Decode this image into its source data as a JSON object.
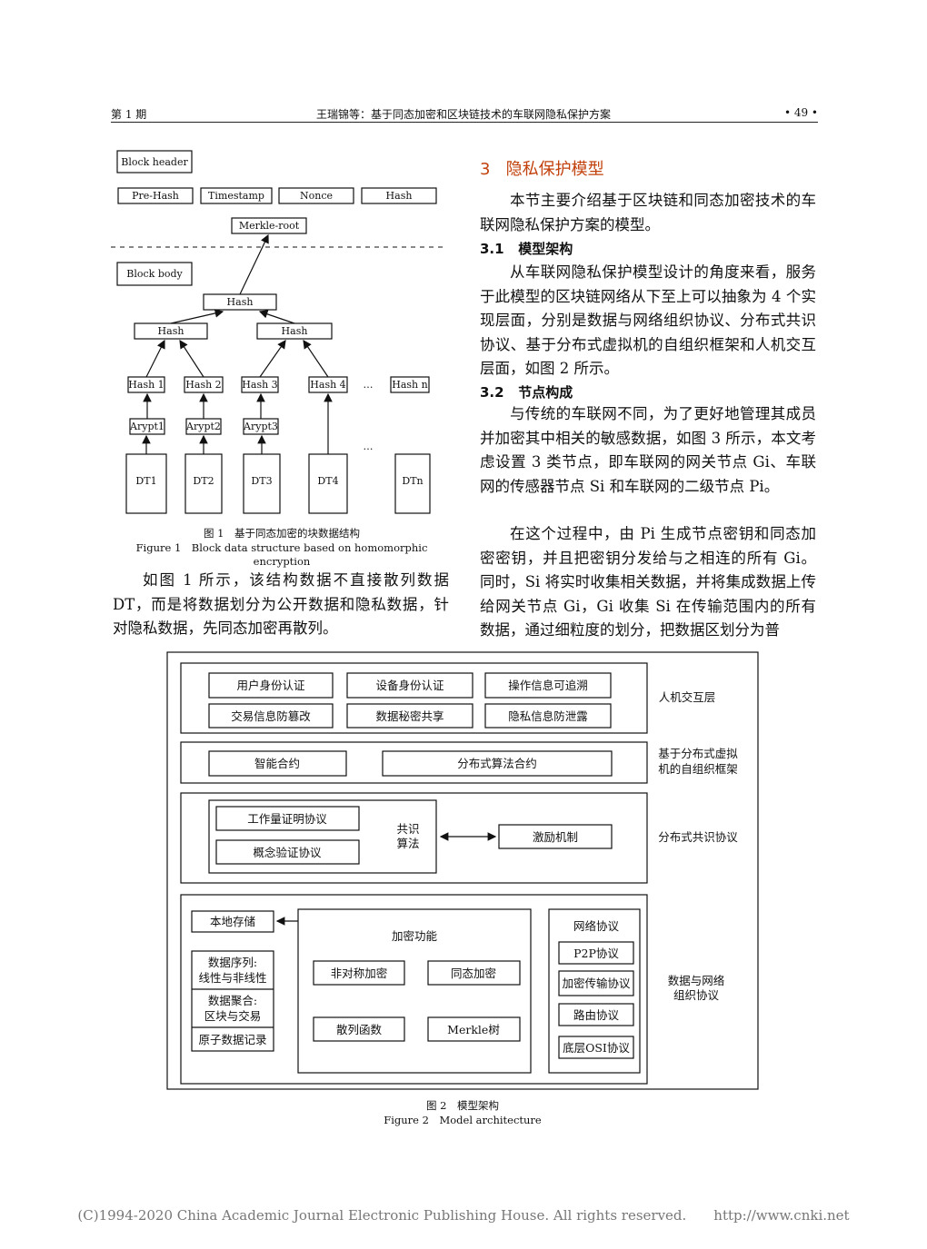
{
  "header": {
    "left": "第 1 期",
    "center": "王瑞锦等：基于同态加密和区块链技术的车联网隐私保护方案",
    "right": "• 49 •"
  },
  "fig1": {
    "block_header": "Block header",
    "header_fields": [
      "Pre-Hash",
      "Timestamp",
      "Nonce",
      "Hash"
    ],
    "merkle_root": "Merkle-root",
    "block_body": "Block body",
    "hash_top": "Hash",
    "hash_mid": [
      "Hash",
      "Hash"
    ],
    "hash_leaves": [
      "Hash 1",
      "Hash 2",
      "Hash 3",
      "Hash 4",
      "Hash n"
    ],
    "encrypt": [
      "Arypt1",
      "Arypt2",
      "Arypt3"
    ],
    "dt": [
      "DT1",
      "DT2",
      "DT3",
      "DT4",
      "DTn"
    ],
    "ellipsis": "…",
    "caption_cn": "图 1　基于同态加密的块数据结构",
    "caption_en": "Figure 1　Block data structure based on homomorphic encryption"
  },
  "left_para": "如图 1 所示，该结构数据不直接散列数据 DT，而是将数据划分为公开数据和隐私数据，针对隐私数据，先同态加密再散列。",
  "section3": {
    "num": "3",
    "title": "隐私保护模型"
  },
  "intro_para": "本节主要介绍基于区块链和同态加密技术的车联网隐私保护方案的模型。",
  "s31": {
    "num": "3.1",
    "title": "模型架构"
  },
  "s31_para": "从车联网隐私保护模型设计的角度来看，服务于此模型的区块链网络从下至上可以抽象为 4 个实现层面，分别是数据与网络组织协议、分布式共识协议、基于分布式虚拟机的自组织框架和人机交互层面，如图 2 所示。",
  "s32": {
    "num": "3.2",
    "title": "节点构成"
  },
  "s32_para1": "与传统的车联网不同，为了更好地管理其成员并加密其中相关的敏感数据，如图 3 所示，本文考虑设置 3 类节点，即车联网的网关节点 Gi、车联网的传感器节点 Si 和车联网的二级节点 Pi。",
  "s32_para2": "在这个过程中，由 Pi 生成节点密钥和同态加密密钥，并且把密钥分发给与之相连的所有 Gi。同时，Si 将实时收集相关数据，并将集成数据上传给网关节点 Gi，Gi 收集 Si 在传输范围内的所有数据，通过细粒度的划分，把数据区划分为普",
  "fig2": {
    "layer1": [
      "用户身份认证",
      "设备身份认证",
      "操作信息可追溯",
      "交易信息防篡改",
      "数据秘密共享",
      "隐私信息防泄露"
    ],
    "layer1_label": "人机交互层",
    "layer2": [
      "智能合约",
      "分布式算法合约"
    ],
    "layer2_label": [
      "基于分布式虚拟",
      "机的自组织框架"
    ],
    "layer3": [
      "工作量证明协议",
      "概念验证协议"
    ],
    "consensus": [
      "共识",
      "算法"
    ],
    "incentive": "激励机制",
    "layer3_label": "分布式共识协议",
    "local_storage": "本地存储",
    "data_items": [
      [
        "数据序列:",
        "线性与非线性"
      ],
      [
        "数据聚合:",
        "区块与交易"
      ],
      [
        "原子数据记录"
      ]
    ],
    "crypto_title": "加密功能",
    "crypto": [
      "非对称加密",
      "同态加密",
      "散列函数",
      "Merkle树"
    ],
    "net_title": "网络协议",
    "net": [
      "P2P协议",
      "加密传输协议",
      "路由协议",
      "底层OSI协议"
    ],
    "layer4_label": [
      "数据与网络",
      "组织协议"
    ],
    "caption_cn": "图 2　模型架构",
    "caption_en": "Figure 2　Model architecture"
  },
  "watermark": "(C)1994-2020 China Academic Journal Electronic Publishing House. All rights reserved.　　http://www.cnki.net"
}
